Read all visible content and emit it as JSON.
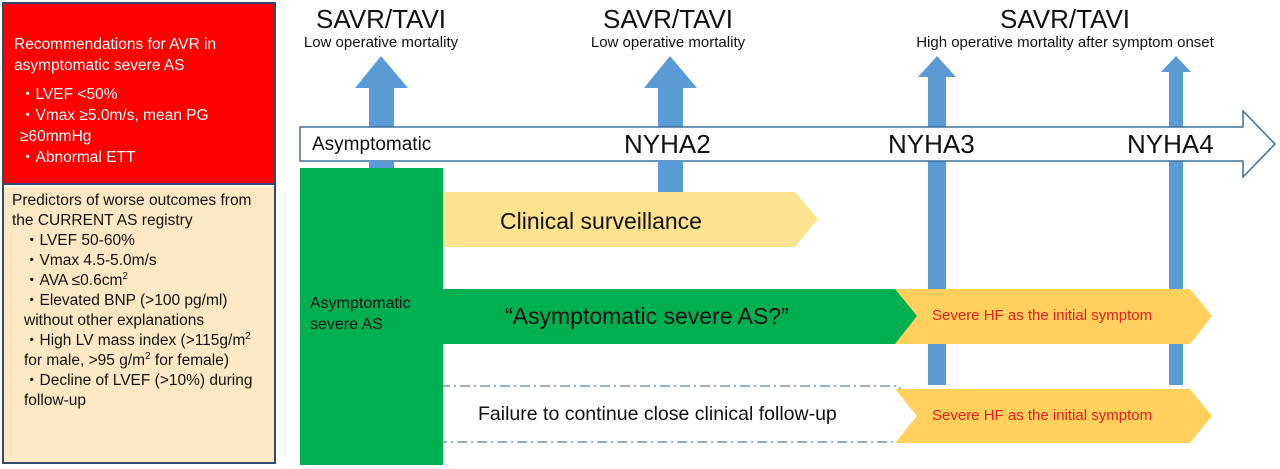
{
  "recommendations": {
    "title": "Recommendations for AVR in asymptomatic severe AS",
    "items": [
      "・LVEF <50%",
      "・Vmax ≥5.0m/s, mean PG ≥60mmHg",
      "・Abnormal ETT"
    ]
  },
  "predictors": {
    "title": "Predictors of worse outcomes from the CURRENT AS registry",
    "items": {
      "lvef": "・LVEF 50-60%",
      "vmax": "・Vmax 4.5-5.0m/s",
      "ava": "・AVA ≤0.6cm",
      "ava_sup": "2",
      "bnp": "・Elevated BNP (>100 pg/ml) without other explanations",
      "lvmass_a": "・High LV mass index (>115g/m",
      "lvmass_sup1": "2",
      "lvmass_b": " for male, >95 g/m",
      "lvmass_sup2": "2",
      "lvmass_c": " for female)",
      "decline": "・Decline of LVEF (>10%) during follow-up"
    }
  },
  "headers": [
    {
      "title": "SAVR/TAVI",
      "subtitle": "Low operative mortality"
    },
    {
      "title": "SAVR/TAVI",
      "subtitle": "Low operative mortality"
    },
    {
      "title": "SAVR/TAVI",
      "subtitle": "High operative mortality after symptom onset"
    }
  ],
  "timeline": {
    "stages": [
      "Asymptomatic",
      "NYHA2",
      "NYHA3",
      "NYHA4"
    ]
  },
  "green_block_label": "Asymptomatic severe AS",
  "paths": {
    "surveillance": "Clinical surveillance",
    "asymptomatic_question": "“Asymptomatic severe AS?”",
    "failure": "Failure to continue close clinical follow-up",
    "severe_hf_1": "Severe HF as the initial symptom",
    "severe_hf_2": "Severe HF as the initial symptom"
  },
  "colors": {
    "red": "#ff0000",
    "beige": "#fce9c4",
    "green": "#00b050",
    "yellow": "#fde28f",
    "orange_yellow": "#ffd15c",
    "blue_arrow": "#5b9bd5",
    "outline": "#41719c",
    "hf_text": "#e02020"
  }
}
